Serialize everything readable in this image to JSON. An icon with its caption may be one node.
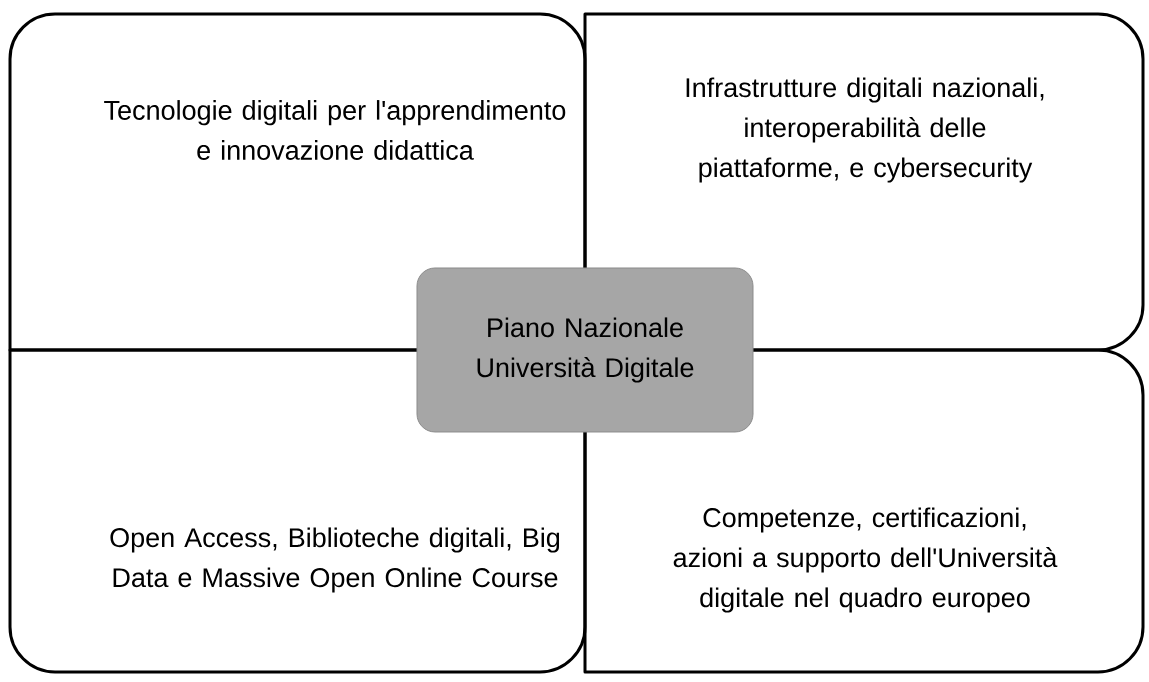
{
  "diagram": {
    "nodes": [
      {
        "text": [
          "Tecnologie digitali per l'apprendimento e innovazione didattica"
        ]
      },
      {
        "text": [
          "Infrastrutture digitali nazionali, interoperabilità delle piattaforme, e cybersecurity"
        ]
      },
      {
        "text": [
          "Open Access, Biblioteche digitali, Big Data e Massive Open Online Course"
        ]
      },
      {
        "text": [
          "Competenze, certificazioni, azioni a supporto dell'Università digitale nel quadro europeo"
        ]
      },
      {
        "text": [
          "Piano Nazionale Università Digitale"
        ]
      }
    ]
  }
}
